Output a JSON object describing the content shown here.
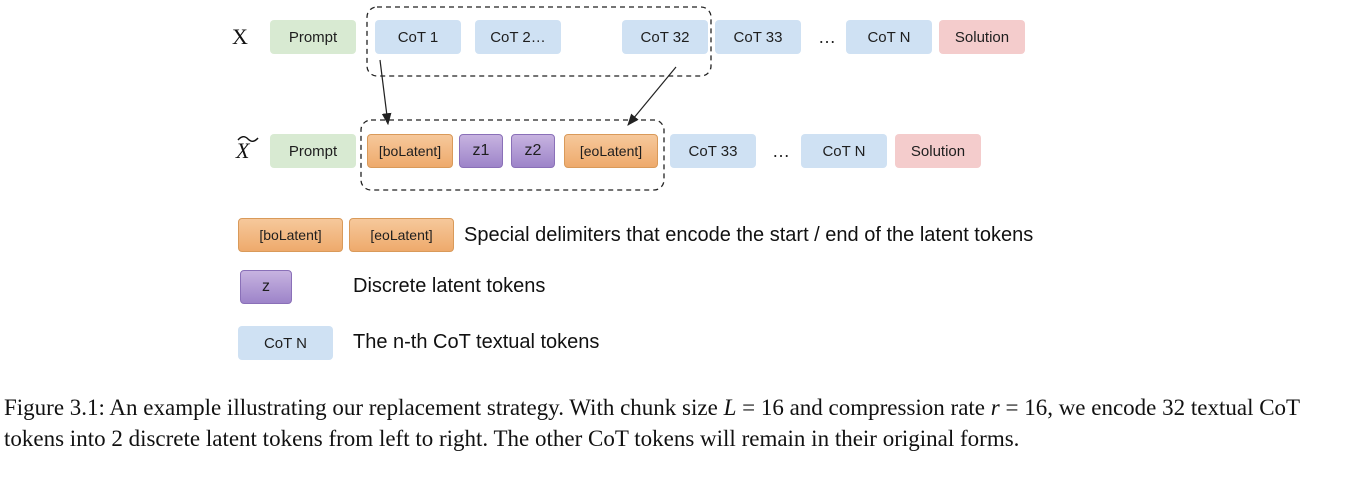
{
  "row1": {
    "label": "X",
    "prompt": "Prompt",
    "cot1": "CoT 1",
    "cot2": "CoT 2…",
    "cot32": "CoT 32",
    "cot33": "CoT 33",
    "ellipsis": "…",
    "cotN": "CoT N",
    "solution": "Solution"
  },
  "row2": {
    "label_base": "X",
    "prompt": "Prompt",
    "bo": "[boLatent]",
    "z1": "z1",
    "z2": "z2",
    "eo": "[eoLatent]",
    "cot33": "CoT 33",
    "ellipsis": "…",
    "cotN": "CoT N",
    "solution": "Solution"
  },
  "legend": {
    "bo": "[boLatent]",
    "eo": "[eoLatent]",
    "delim_desc": "Special delimiters that encode the start / end of the latent tokens",
    "z": "z",
    "z_desc": "Discrete latent tokens",
    "cot": "CoT N",
    "cot_desc": "The n-th CoT textual tokens"
  },
  "caption": {
    "part1": "Figure 3.1: An example illustrating our replacement strategy. With chunk size ",
    "L": "L",
    "eq1": " = 16 and compression rate ",
    "r": "r",
    "part2": " = 16, we encode 32 textual CoT tokens into 2 discrete latent tokens from left to right. The other CoT tokens will remain in their original forms."
  },
  "colors": {
    "prompt": "#d8ead2",
    "cot": "#cfe1f3",
    "solution": "#f4cccc",
    "delimiter": "#eeaa6c",
    "latent": "#9d84c9"
  }
}
